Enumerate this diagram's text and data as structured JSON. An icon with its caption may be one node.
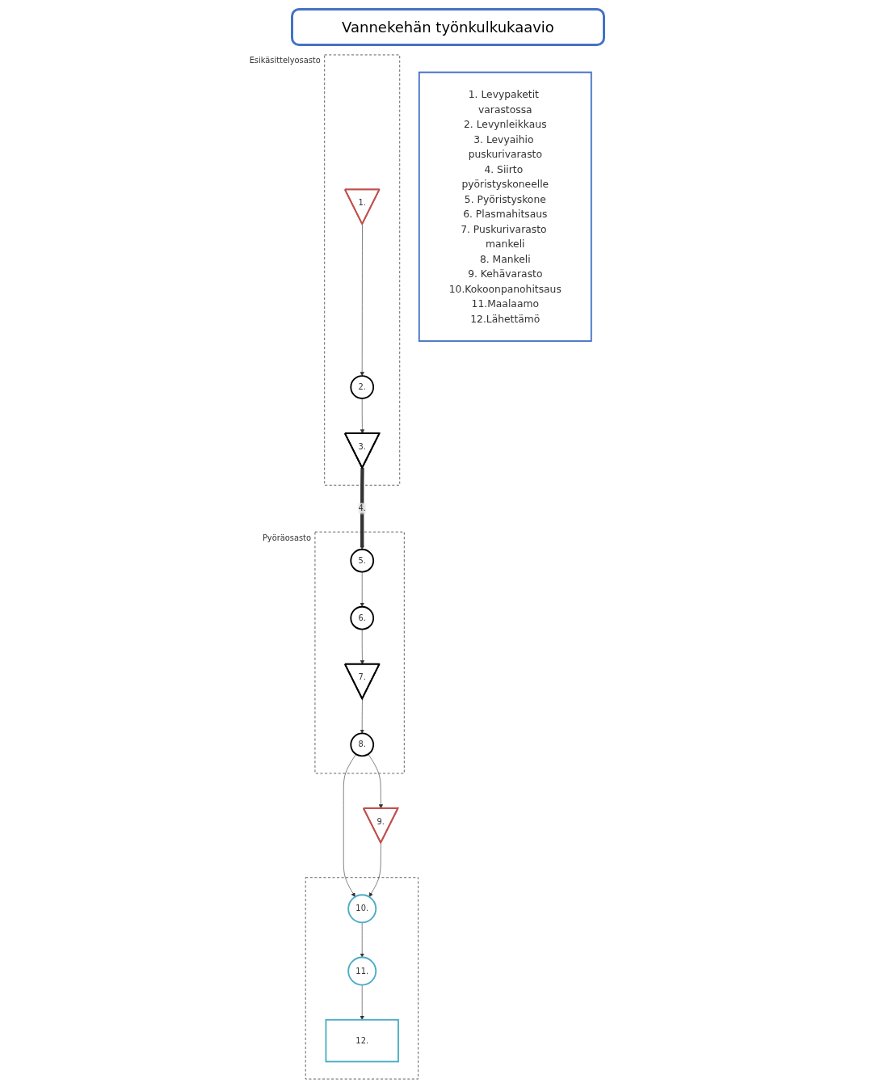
{
  "diagram": {
    "title": "Vannekehän työnkulkukaavio",
    "nodes": [
      {
        "text": [
          "Esikäsittelyosasto"
        ]
      },
      {
        "text": [
          "1."
        ],
        "in": 0
      },
      {
        "text": [
          "2."
        ],
        "in": 0
      },
      {
        "text": [
          "3."
        ],
        "in": 0
      },
      {
        "text": [
          "Pyöräosasto"
        ]
      },
      {
        "text": [
          "5."
        ],
        "in": 4
      },
      {
        "text": [
          "6."
        ],
        "in": 4
      },
      {
        "text": [
          "7."
        ],
        "in": 4
      },
      {
        "text": [
          "8."
        ],
        "in": 4
      },
      {
        "text": [
          "9."
        ]
      },
      {
        "text": [],
        "shape": "box"
      },
      {
        "text": [
          "10."
        ],
        "in": 10
      },
      {
        "text": [
          "11."
        ],
        "in": 10
      },
      {
        "text": [
          "12."
        ],
        "in": 10
      },
      {
        "text": [
          "1. Levypaketit varastossa",
          "2. Levynleikkaus",
          "3. Levyaihio puskurivarasto",
          "4. Siirto pyöristyskoneelle",
          "5. Pyöristyskone",
          "6. Plasmahitsaus",
          "7. Puskurivarasto mankeli",
          "8. Mankeli",
          "9. Kehävarasto",
          "10.Kokoonpanohitsaus",
          "11.Maalaamo",
          "12.Lähettämö"
        ]
      }
    ],
    "edges": [
      {
        "from": 1,
        "to": 2,
        "arrow": "to"
      },
      {
        "from": 2,
        "to": 3,
        "arrow": "to"
      },
      {
        "from": 3,
        "to": 5,
        "arrow": "to",
        "label": "4.",
        "style": "thick"
      },
      {
        "from": 5,
        "to": 6,
        "arrow": "to"
      },
      {
        "from": 6,
        "to": 7,
        "arrow": "to"
      },
      {
        "from": 7,
        "to": 8,
        "arrow": "to"
      },
      {
        "from": 8,
        "to": 11,
        "arrow": "to"
      },
      {
        "from": 8,
        "to": 9,
        "arrow": "to"
      },
      {
        "from": 9,
        "to": 11,
        "arrow": "to"
      },
      {
        "from": 11,
        "to": 12,
        "arrow": "to"
      },
      {
        "from": 12,
        "to": 13,
        "arrow": "to"
      }
    ]
  }
}
